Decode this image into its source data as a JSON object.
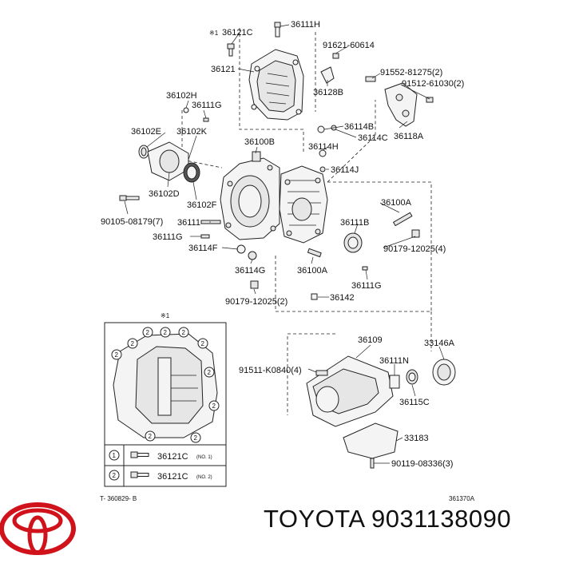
{
  "brand": {
    "name": "TOYOTA",
    "part_number": "9031138090",
    "logo_color": "#d0121b"
  },
  "diagram": {
    "callouts": {
      "c36121C_top": "36121C",
      "ref_mark": "※1",
      "c36111H": "36111H",
      "c91621": "91621-60614",
      "c91552": "91552-81275(2)",
      "c91512": "91512-61030(2)",
      "c36121": "36121",
      "c36128B": "36128B",
      "c36102H": "36102H",
      "c36111G_a": "36111G",
      "c36102E": "36102E",
      "c36102K": "36102K",
      "c36114B": "36114B",
      "c36114C": "36114C",
      "c36118A": "36118A",
      "c36100B": "36100B",
      "c36114H": "36114H",
      "c36114J": "36114J",
      "c36102D": "36102D",
      "c36102F": "36102F",
      "c90105": "90105-08179(7)",
      "c36111": "36111",
      "c36100A_a": "36100A",
      "c36111B": "36111B",
      "c36111G_b": "36111G",
      "c90179_a": "90179-12025(4)",
      "c36114F": "36114F",
      "c36114G": "36114G",
      "c36100A_b": "36100A",
      "c36111G_c": "36111G",
      "c90179_b": "90179-12025(2)",
      "c36142": "36142",
      "c36109": "36109",
      "c33146A": "33146A",
      "c36111N": "36111N",
      "c91511": "91511-K0840(4)",
      "c36115C": "36115C",
      "c33183": "33183",
      "c90119": "90119-08336(3)"
    },
    "inset": {
      "ref_mark": "※1",
      "bolt_marker": "2",
      "legend": [
        {
          "key": "1",
          "part": "36121C",
          "note": "(NO. 1)"
        },
        {
          "key": "2",
          "part": "36121C",
          "note": "(NO. 2)"
        }
      ]
    },
    "footer": {
      "left_code": "T- 360829- B",
      "right_code": "361370A"
    }
  }
}
